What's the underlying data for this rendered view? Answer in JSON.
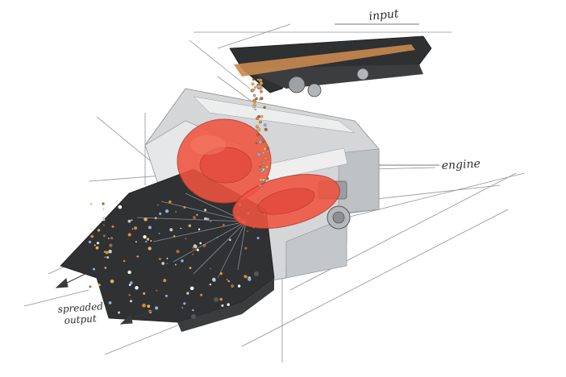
{
  "labels": {
    "input": "input",
    "engine": "engine",
    "output_line1": "spreaded",
    "output_line2": "output"
  },
  "colors": {
    "belt_dark": "#2f3133",
    "frame_gray": "#cfd2d4",
    "frame_light": "#e9eaeb",
    "disc_red": "#f0553f",
    "disc_red_dark": "#c83a2a",
    "sketch_line": "#5a5a5a",
    "material_orange": "#d98a3a"
  },
  "icons": {
    "arrow": "arrow-left-icon"
  }
}
